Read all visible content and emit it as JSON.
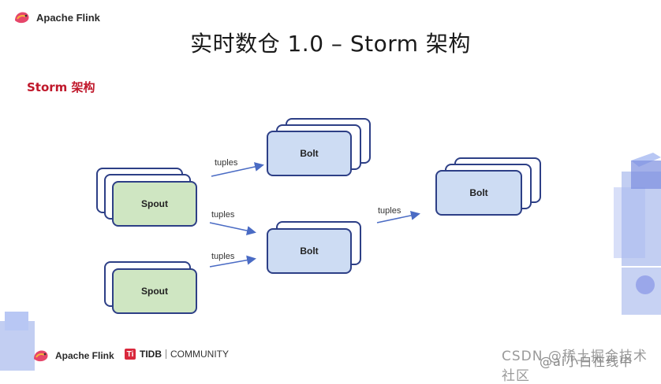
{
  "header": {
    "brand": "Apache Flink"
  },
  "title": "实时数仓 1.0 – Storm 架构",
  "subtitle": "Storm 架构",
  "diagram": {
    "bolt_label": "Bolt",
    "spout_label": "Spout",
    "edge_label": "tuples"
  },
  "footer": {
    "brand": "Apache Flink",
    "partner_mark": "Ti",
    "partner_name": "TIDB",
    "partner_suffix": "COMMUNITY",
    "watermark": "CSDN @稀土掘金技术社区",
    "watermark_overlay": "@ai小白在线中"
  },
  "colors": {
    "bolt_fill": "#cddcf3",
    "spout_fill": "#cfe6c2",
    "border": "#2d3f86",
    "accent": "#c0182b",
    "arrow": "#4a6bc4"
  },
  "icons": [
    "squirrel-logo-icon",
    "tidb-logo-icon"
  ]
}
